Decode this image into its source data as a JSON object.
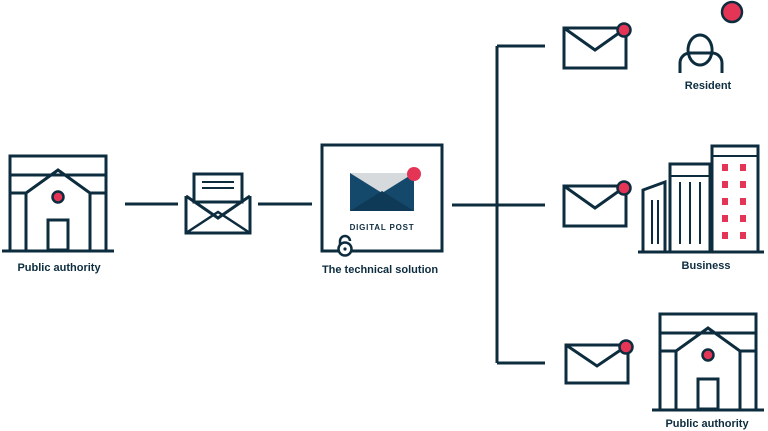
{
  "colors": {
    "ink": "#0d2d3f",
    "accent": "#e43557",
    "envelope_light": "#d6dadd",
    "envelope_dark": "#14496b",
    "envelope_fold": "#0e3a58"
  },
  "labels": {
    "public_authority_left": "Public authority",
    "technical_solution": "The technical solution",
    "digital_post": "DIGITAL POST",
    "resident": "Resident",
    "business": "Business",
    "public_authority_right": "Public authority"
  },
  "icons": {
    "sender": "government-building-icon",
    "open_envelope": "open-envelope-letter-icon",
    "platform": "digital-post-box-icon",
    "lock": "padlock-icon",
    "recipient_envelope": "envelope-notification-icon",
    "resident": "person-icon",
    "business": "office-buildings-icon",
    "receiver_authority": "government-building-icon"
  }
}
